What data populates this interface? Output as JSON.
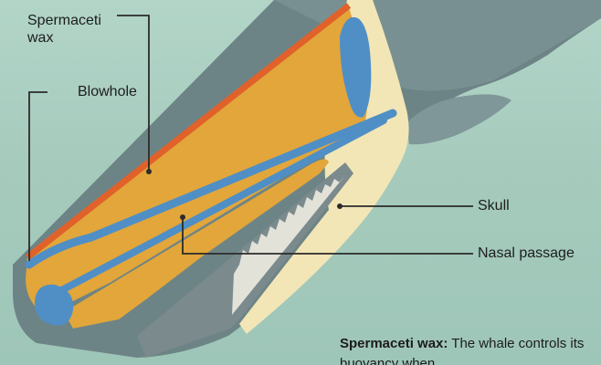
{
  "labels": {
    "spermaceti_wax": [
      "Spermaceti",
      "wax"
    ],
    "blowhole": "Blowhole",
    "skull": "Skull",
    "nasal_passage": "Nasal passage"
  },
  "caption": {
    "term": "Spermaceti wax:",
    "text": "The whale controls its buoyancy when"
  },
  "colors": {
    "background": "#a6cbbd",
    "wax": "#e2a63a",
    "skin": "#6d8486",
    "oil_line": "#e0622a",
    "nasal": "#4f8fc6",
    "skull": "#f2e6b6",
    "leader": "#2b2b2b"
  }
}
